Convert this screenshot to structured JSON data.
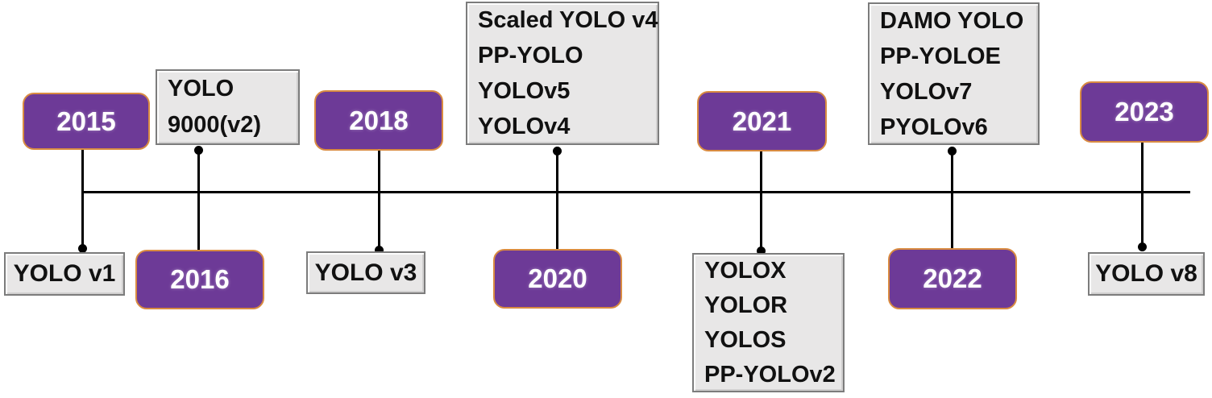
{
  "colors": {
    "background": "#ffffff",
    "line": "#000000",
    "year_fill": "#6d3a97",
    "year_border": "#d98b41",
    "year_text": "#ffffff",
    "model_fill": "#e8e7e7",
    "model_border": "#7c7c7c",
    "model_text": "#111111"
  },
  "timeline": {
    "type": "horizontal-timeline",
    "events": [
      {
        "year": "2015",
        "year_side": "top",
        "models": [
          "YOLO v1"
        ]
      },
      {
        "year": "2016",
        "year_side": "bottom",
        "models": [
          "YOLO",
          "9000(v2)"
        ]
      },
      {
        "year": "2018",
        "year_side": "top",
        "models": [
          "YOLO v3"
        ]
      },
      {
        "year": "2020",
        "year_side": "bottom",
        "models": [
          "Scaled YOLO v4",
          "PP-YOLO",
          "YOLOv5",
          "YOLOv4"
        ]
      },
      {
        "year": "2021",
        "year_side": "top",
        "models": [
          "YOLOX",
          "YOLOR",
          "YOLOS",
          "PP-YOLOv2"
        ]
      },
      {
        "year": "2022",
        "year_side": "bottom",
        "models": [
          "DAMO YOLO",
          "PP-YOLOE",
          "YOLOv7",
          "PYOLOv6"
        ]
      },
      {
        "year": "2023",
        "year_side": "top",
        "models": [
          "YOLO v8"
        ]
      }
    ]
  }
}
